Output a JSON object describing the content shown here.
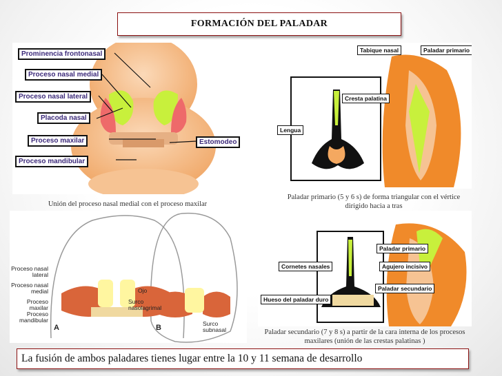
{
  "slide": {
    "title": "FORMACIÓN DEL PALADAR",
    "footer": "La fusión de ambos paladares tienes lugar entre la 10 y 11 semana de desarrollo"
  },
  "panel_face": {
    "labels": [
      "Prominencia frontonasal",
      "Proceso nasal medial",
      "Proceso nasal lateral",
      "Placoda nasal",
      "Proceso maxilar",
      "Estomodeo",
      "Proceso mandibular"
    ],
    "caption": "Unión del proceso nasal medial con el proceso maxilar"
  },
  "panel_primary": {
    "labels": [
      "Tabique nasal",
      "Paladar primario",
      "Cresta palatina",
      "Lengua"
    ],
    "caption": "Paladar primario (5 y 6 s) de forma triangular con el vértice dirigido hacia a  tras"
  },
  "panel_ab": {
    "labels_left": [
      "Proceso nasal lateral",
      "Proceso nasal medial",
      "Proceso maxilar",
      "Proceso mandibular"
    ],
    "labels_mid": [
      "Ojo",
      "Surco nasolagrimal",
      "Surco subnasal"
    ],
    "tags": [
      "A",
      "B"
    ]
  },
  "panel_secondary": {
    "labels": [
      "Paladar primario",
      "Cornetes nasales",
      "Agujero incisivo",
      "Paladar secundario",
      "Hueso del paladar duro"
    ],
    "caption": "Paladar secundario (7 y 8 s) a partir de la cara interna de los procesos maxilares (unión de las crestas palatinas )"
  },
  "colors": {
    "border": "#8a0f0f",
    "label_text": "#3c2a7a",
    "green": "#c8f03c",
    "orange": "#f08a2a",
    "peach": "#f4c49a"
  }
}
